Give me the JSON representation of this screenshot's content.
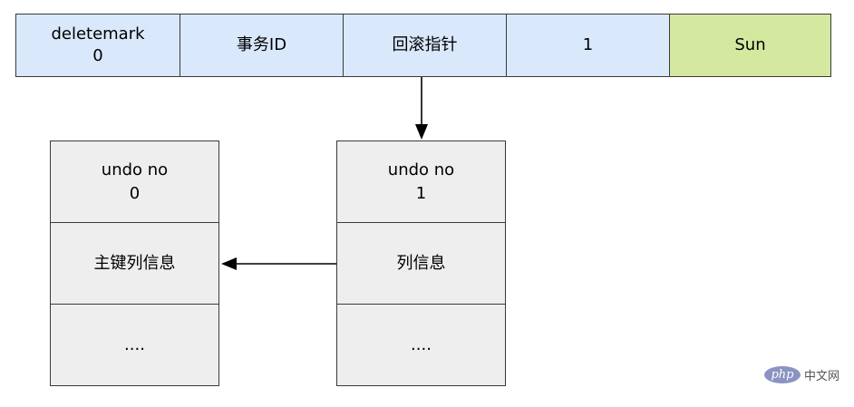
{
  "record_row": {
    "cells": [
      {
        "label": "deletemark\n0",
        "color": "#dae8fc"
      },
      {
        "label": "事务ID",
        "color": "#dae8fc"
      },
      {
        "label": "回滚指针",
        "color": "#dae8fc"
      },
      {
        "label": "1",
        "color": "#dae8fc"
      },
      {
        "label": "Sun",
        "color": "#d5e8a0"
      }
    ]
  },
  "undo_log_right": {
    "rows": [
      "undo no\n1",
      "列信息",
      "...."
    ]
  },
  "undo_log_left": {
    "rows": [
      "undo no\n0",
      "主键列信息",
      "...."
    ]
  },
  "watermark": {
    "logo_text": "php",
    "site_text": "中文网"
  }
}
